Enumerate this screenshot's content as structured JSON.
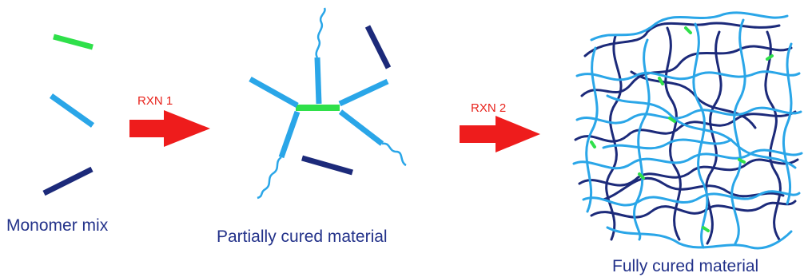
{
  "stages": {
    "monomer_mix": "Monomer mix",
    "partially_cured": "Partially cured material",
    "fully_cured": "Fully cured material"
  },
  "reactions": {
    "rxn1": "RXN 1",
    "rxn2": "RXN 2"
  },
  "colors": {
    "light_blue": "#2aa6e8",
    "dark_navy": "#1c2a7a",
    "green": "#2fe04a",
    "arrow_red": "#ee1c1c",
    "label_navy": "#23328a",
    "label_red": "#e8231c"
  }
}
